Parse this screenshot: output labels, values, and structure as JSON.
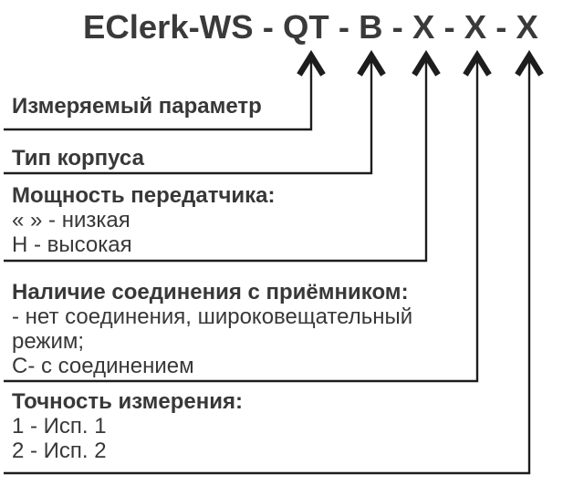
{
  "page": {
    "background_color": "#ffffff",
    "text_color": "#383838",
    "line_color": "#1d1d1d"
  },
  "title": {
    "full": "EClerk-WS - QT - B - X - X - X",
    "base_model": "EClerk-WS",
    "code_slots": [
      "QT",
      "B",
      "X",
      "X",
      "X"
    ]
  },
  "sections": [
    {
      "title": "Измеряемый параметр",
      "lines": []
    },
    {
      "title": "Тип корпуса",
      "lines": []
    },
    {
      "title": "Мощность передатчика:",
      "lines": [
        "« » - низкая",
        "Н - высокая"
      ]
    },
    {
      "title": "Наличие соединения с приёмником:",
      "lines": [
        "- нет соединения, широковещательный",
        "режим;",
        "С- с соединением"
      ]
    },
    {
      "title": "Точность измерения:",
      "lines": [
        "1 - Исп. 1",
        "2 - Исп. 2"
      ]
    }
  ]
}
